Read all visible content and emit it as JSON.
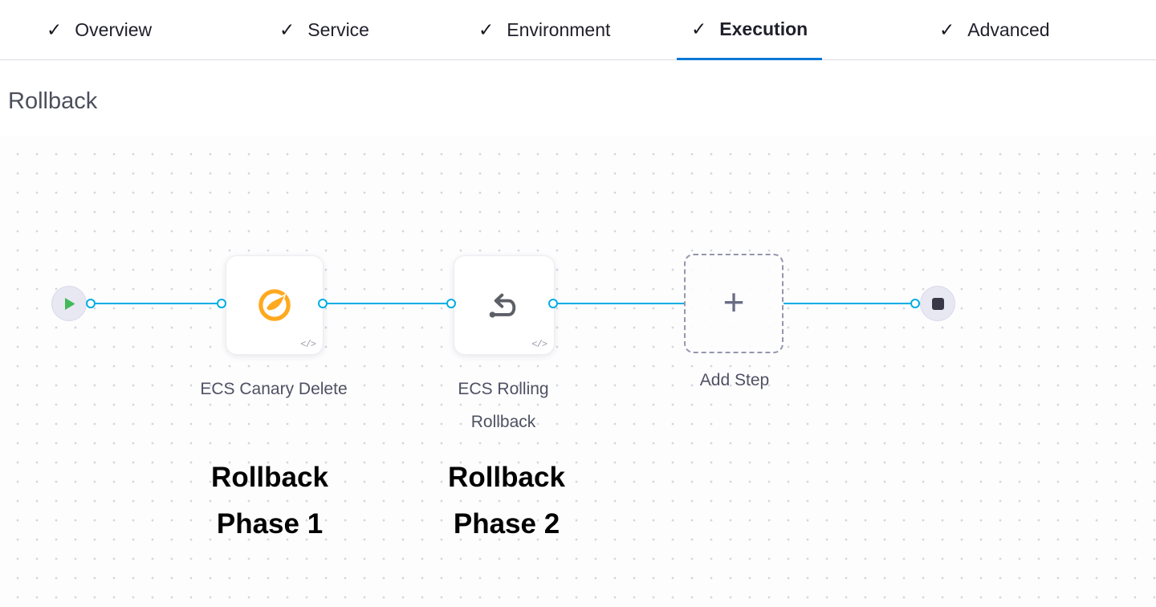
{
  "tabs": {
    "check_icon": "✓",
    "items": [
      {
        "label": "Overview"
      },
      {
        "label": "Service"
      },
      {
        "label": "Environment"
      },
      {
        "label": "Execution"
      },
      {
        "label": "Advanced"
      }
    ],
    "active": "Execution"
  },
  "section": {
    "title": "Rollback"
  },
  "pipeline": {
    "start_node": "play-icon",
    "end_node": "stop-icon",
    "steps": [
      {
        "name": "ECS Canary Delete",
        "icon": "ecs-canary-delete-icon",
        "code_badge": "</>"
      },
      {
        "name": "ECS Rolling Rollback",
        "icon": "ecs-rolling-rollback-icon",
        "code_badge": "</>"
      }
    ],
    "add_step": {
      "label": "Add Step",
      "plus": "+"
    },
    "annotations": [
      {
        "text": "Rollback Phase 1"
      },
      {
        "text": "Rollback Phase 2"
      }
    ]
  },
  "colors": {
    "accent_blue": "#0278d5",
    "connector_blue": "#00ade4",
    "canary_orange": "#ffa91f",
    "play_green": "#42ba57",
    "stop_slate": "#383946"
  }
}
